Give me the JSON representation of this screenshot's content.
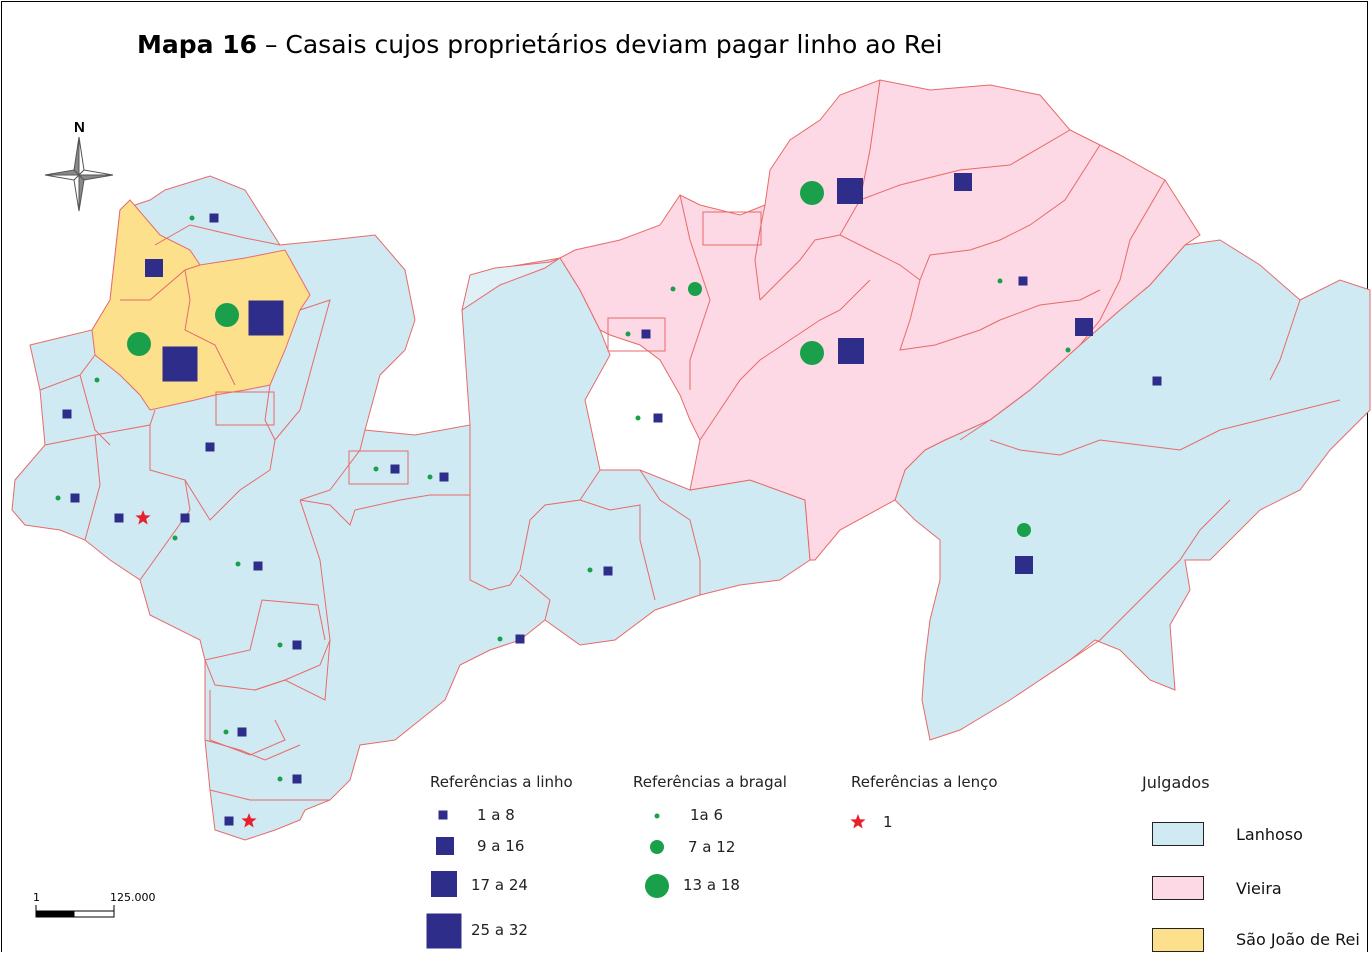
{
  "title": {
    "bold": "Mapa 16",
    "rest": " – Casais cujos proprietários deviam pagar linho ao Rei"
  },
  "north_label": "N",
  "scale": {
    "left_label": "1",
    "right_label": "125.000"
  },
  "colors": {
    "lanhoso": "#cfeaf2",
    "vieira": "#fcd9e4",
    "sao_joao_de_rei": "#fde08c",
    "linho_marker": "#2e2d8a",
    "bragal_marker": "#1aa04a",
    "lenco_marker": "#e8202a",
    "border": "#e86a6a"
  },
  "legend": {
    "linho": {
      "heading": "Referências a linho",
      "classes": [
        "1 a 8",
        "9 a 16",
        "17 a 24",
        "25 a 32"
      ]
    },
    "bragal": {
      "heading": "Referências a bragal",
      "classes": [
        "1a 6",
        "7 a 12",
        "13 a 18"
      ]
    },
    "lenco": {
      "heading": "Referências a lenço",
      "classes": [
        "1"
      ]
    },
    "julgados": {
      "heading": "Julgados",
      "items": [
        "Lanhoso",
        "Vieira",
        "São João de Rei"
      ]
    }
  },
  "markers": {
    "linho_class_by_marker": [
      1,
      2,
      4,
      4,
      1,
      1,
      1,
      1,
      1,
      1,
      1,
      1,
      1,
      1,
      1,
      1,
      1,
      1,
      1,
      1,
      3,
      3,
      2,
      1,
      2,
      1,
      2
    ],
    "bragal_class_by_marker": [
      1,
      3,
      3,
      1,
      1,
      1,
      1,
      1,
      1,
      1,
      1,
      1,
      1,
      1,
      1,
      1,
      1,
      1,
      3,
      3,
      1,
      2,
      2
    ],
    "lenco_count_by_marker": [
      1,
      1
    ]
  }
}
